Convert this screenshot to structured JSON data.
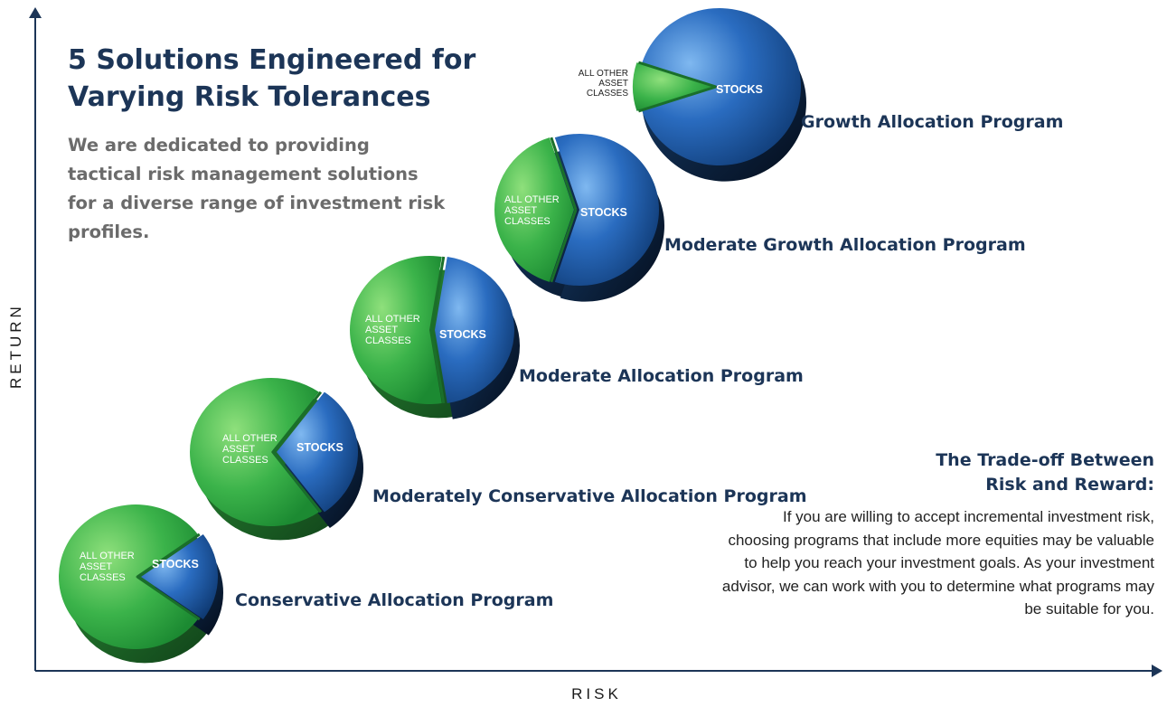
{
  "heading": {
    "title": "5 Solutions Engineered for Varying Risk Tolerances",
    "subtitle": "We are dedicated to providing tactical risk management solutions for a diverse range of investment risk profiles."
  },
  "axes": {
    "y_label": "RETURN",
    "x_label": "RISK"
  },
  "slice_labels": {
    "stocks": "STOCKS",
    "other_line1": "ALL OTHER",
    "other_line2": "ASSET",
    "other_line3": "CLASSES"
  },
  "programs": [
    {
      "name": "Conservative Allocation Program",
      "stocks_share": 0.2
    },
    {
      "name": "Moderately Conservative Allocation Program",
      "stocks_share": 0.3
    },
    {
      "name": "Moderate Allocation Program",
      "stocks_share": 0.45
    },
    {
      "name": "Moderate Growth Allocation Program",
      "stocks_share": 0.6
    },
    {
      "name": "Growth Allocation Program",
      "stocks_share": 0.9
    }
  ],
  "tradeoff": {
    "heading_line1": "The Trade-off Between",
    "heading_line2": "Risk and Reward:",
    "body": "If you are willing to accept incremental investment risk, choosing programs that include more equities may be valuable to help you reach your investment goals. As your investment advisor, we can work with you to determine what programs may be suitable for you."
  },
  "colors": {
    "heading": "#1c3557",
    "subtitle": "#6b6b6b",
    "green": "#3db54a",
    "green_dark": "#1f7a30",
    "blue": "#2f6fbd",
    "blue_dark": "#0d2a52"
  }
}
